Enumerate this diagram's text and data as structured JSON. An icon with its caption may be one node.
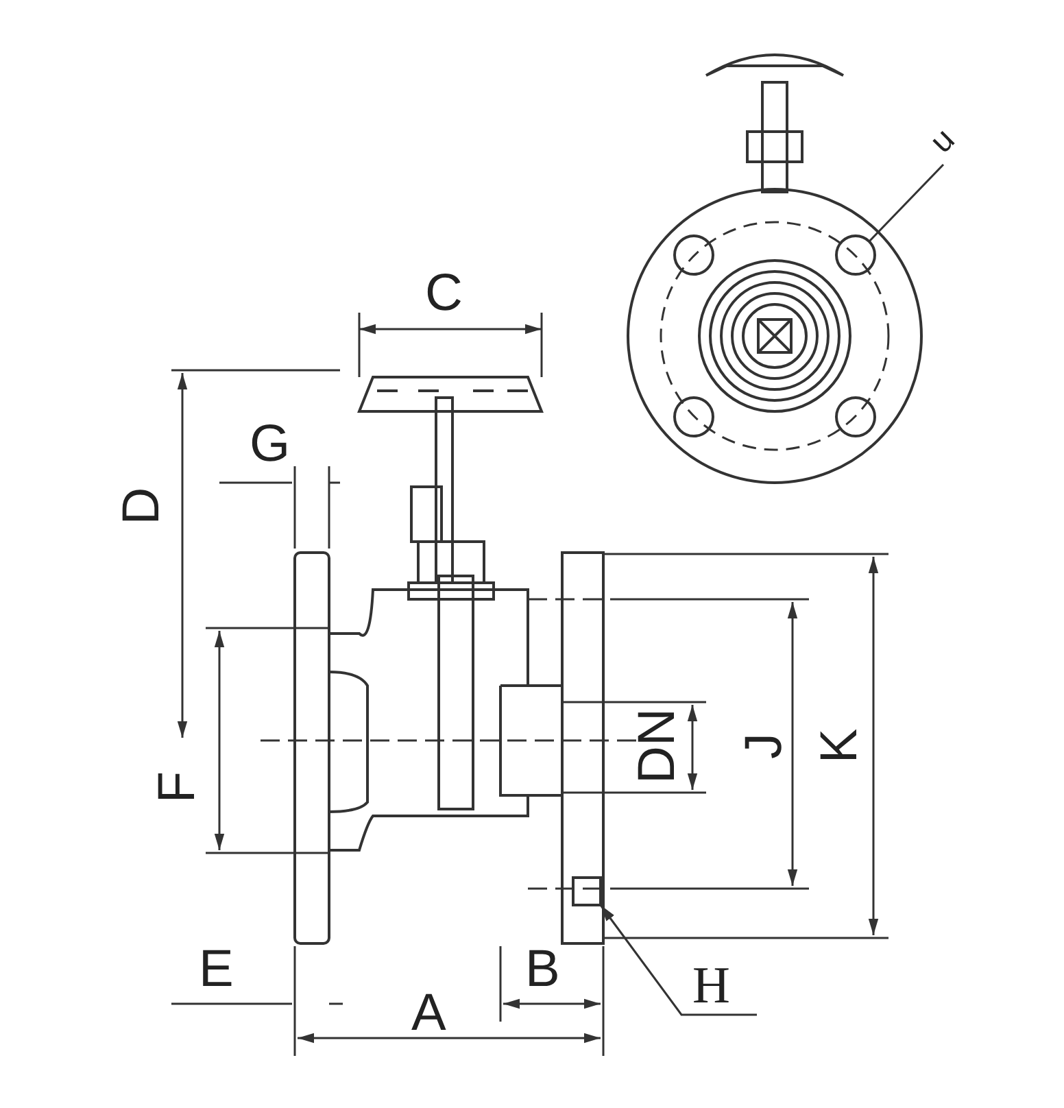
{
  "diagram": {
    "nodes": [
      {
        "text": [
          "H"
        ]
      },
      {
        "text": [],
        "shape": "box"
      },
      {
        "text": [
          "n"
        ]
      },
      {
        "text": [],
        "shape": "circle"
      }
    ],
    "edges": [
      {
        "from": 0,
        "to": 1,
        "arrow": "to"
      },
      {
        "from": 2,
        "to": 3,
        "arrow": "none"
      }
    ],
    "labels": [
      "C",
      "G",
      "D",
      "F",
      "DN",
      "J",
      "K",
      "E",
      "A",
      "B"
    ]
  }
}
